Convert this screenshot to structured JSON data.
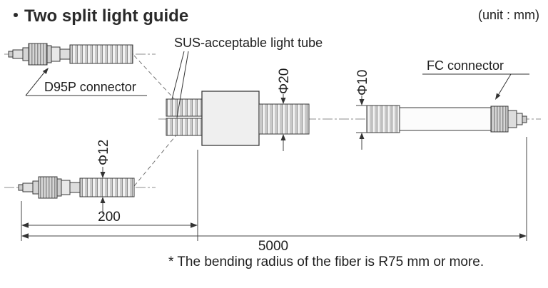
{
  "title": "・Two split light guide",
  "unit_note": "(unit : mm)",
  "labels": {
    "sus_tube": "SUS-acceptable light tube",
    "d95p": "D95P connector",
    "fc": "FC connector"
  },
  "dimensions": {
    "phi20": "Φ20",
    "phi10": "Φ10",
    "phi12": "Φ12",
    "length_200": "200",
    "length_5000": "5000"
  },
  "footnote": "* The bending radius of the fiber is R75 mm or more.",
  "colors": {
    "line": "#3a3a3a",
    "text": "#1e1e1e",
    "background": "#ffffff"
  }
}
